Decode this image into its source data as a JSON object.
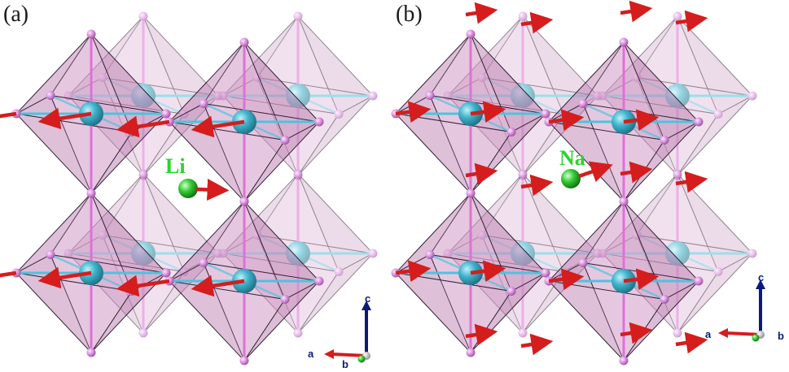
{
  "panels": [
    {
      "label": "(a)",
      "ion": "Li"
    },
    {
      "label": "(b)",
      "ion": "Na"
    }
  ],
  "axes": {
    "c": "c",
    "a": "a",
    "b": "b"
  },
  "colors": {
    "octa_fill": "#c98cc0",
    "octa_face_dark": "#a8659e",
    "edge": "#2a1a2a",
    "cation": "#3fb3cc",
    "anion": "#d98fde",
    "arrow": "#d51d1d",
    "a_site_li": "#33cc33",
    "a_site_na": "#33cc33",
    "axis_c": "#0b1a7a",
    "axis_a": "#d51d1d",
    "axis_b": "#22aa22"
  }
}
